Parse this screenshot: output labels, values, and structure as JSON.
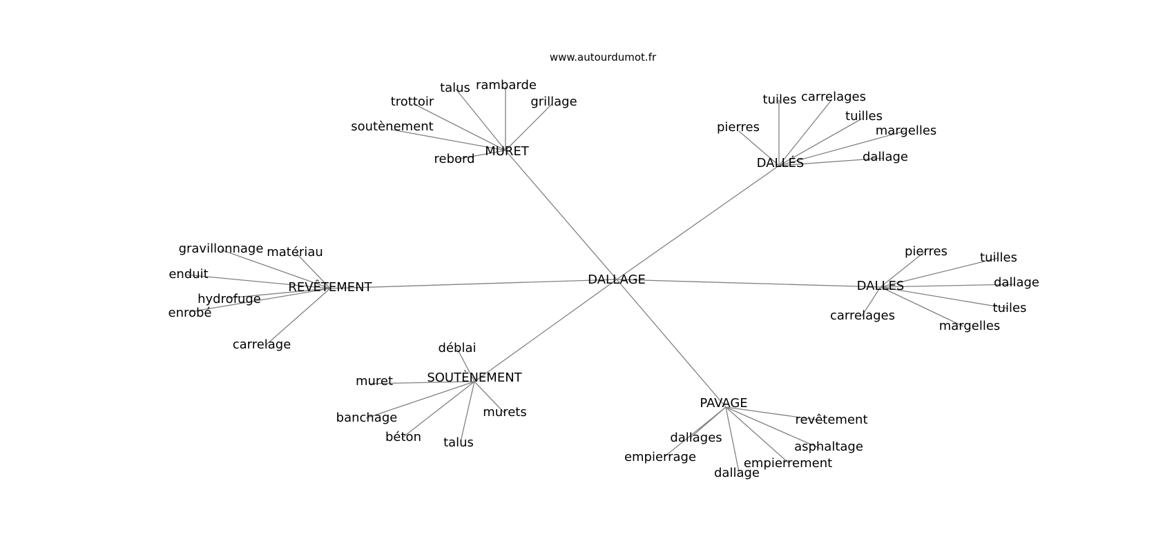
{
  "site": "www.autourdumot.fr",
  "center": "DALLAGE",
  "clusters": [
    {
      "id": "muret",
      "label": "MURET",
      "words": [
        "talus",
        "rambarde",
        "trottoir",
        "grillage",
        "soutènement",
        "rebord"
      ]
    },
    {
      "id": "dalles-accent",
      "label": "DALLÉS",
      "words": [
        "tuiles",
        "carrelages",
        "tuilles",
        "pierres",
        "margelles",
        "dallage"
      ]
    },
    {
      "id": "revetement",
      "label": "REVÊTEMENT",
      "words": [
        "gravillonnage",
        "matériau",
        "enduit",
        "hydrofuge",
        "enrobé",
        "carrelage"
      ]
    },
    {
      "id": "dalles",
      "label": "DALLES",
      "words": [
        "pierres",
        "tuilles",
        "dallage",
        "tuiles",
        "carrelages",
        "margelles"
      ]
    },
    {
      "id": "soutenement",
      "label": "SOUTÈNEMENT",
      "words": [
        "déblai",
        "muret",
        "murets",
        "banchage",
        "béton",
        "talus"
      ]
    },
    {
      "id": "pavage",
      "label": "PAVAGE",
      "words": [
        "revêtement",
        "dallages",
        "asphaltage",
        "empierrage",
        "empierrement",
        "dallage"
      ]
    }
  ]
}
